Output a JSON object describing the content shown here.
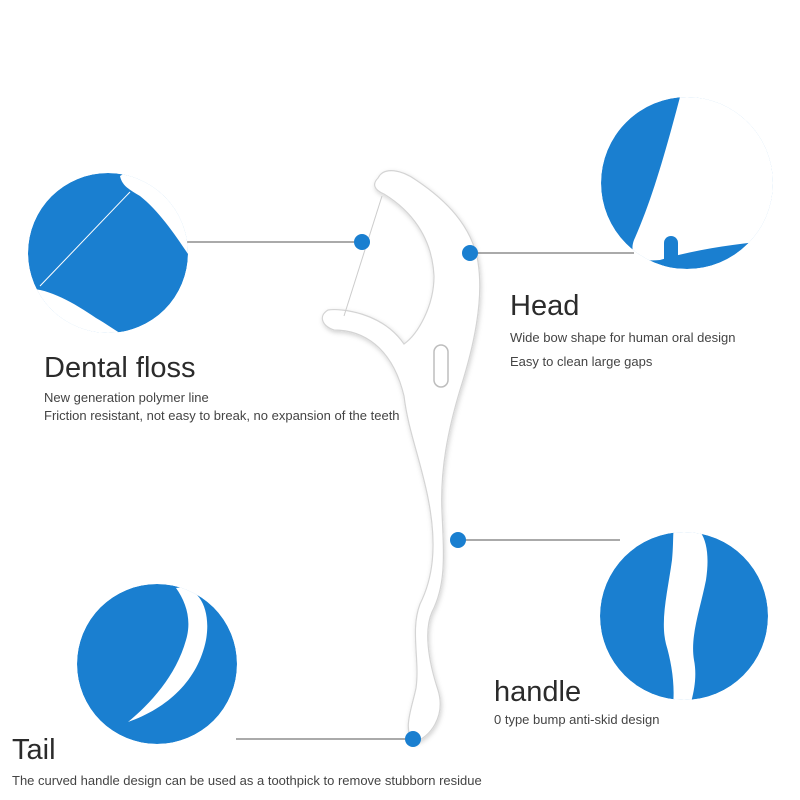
{
  "colors": {
    "accent": "#1a7fd0",
    "product": "#ffffff",
    "leader": "#555555"
  },
  "dental_floss": {
    "title": "Dental floss",
    "lines": [
      "New generation polymer line",
      "Friction resistant, not easy to break, no expansion of the teeth"
    ]
  },
  "head": {
    "title": "Head",
    "lines": [
      "Wide bow shape for human oral design",
      "Easy to clean large gaps"
    ]
  },
  "handle": {
    "title": "handle",
    "lines": [
      "0 type bump anti-skid design"
    ]
  },
  "tail": {
    "title": "Tail",
    "lines": [
      "The curved handle design can be used as a toothpick to remove stubborn residue"
    ]
  }
}
